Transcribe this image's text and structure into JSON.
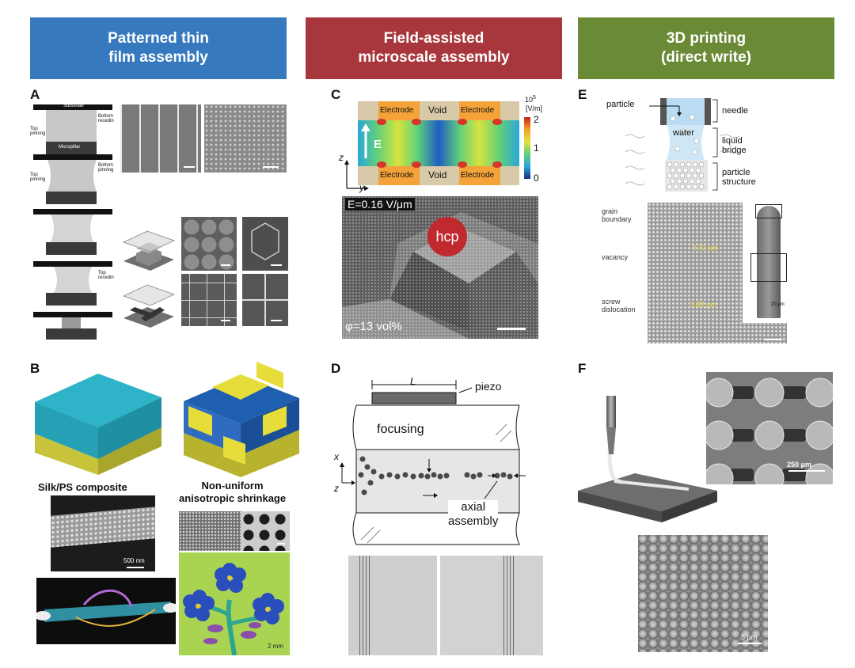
{
  "headers": [
    {
      "text": "Patterned thin\nfilm assembly",
      "color": "#3679be"
    },
    {
      "text": "Field-assisted\nmicroscale assembly",
      "color": "#a8373d"
    },
    {
      "text": "3D printing\n(direct write)",
      "color": "#6a8a35"
    }
  ],
  "panels": {
    "A": {
      "label": "A",
      "substrate": "Substrate",
      "top_pinning": "Top\npinning",
      "bottom_receding": "Bottom\nreceding",
      "micropillar": "Micropillar",
      "top_pinning2": "Top\npinning",
      "bottom_pinning": "Bottom\npinning",
      "top_receding": "Top\nreceding"
    },
    "B": {
      "label": "B",
      "caption_left": "Silk/PS composite",
      "caption_right": "Non-uniform\nanisotropic shrinkage",
      "scale_500nm": "500 nm",
      "scale_2mm": "2 mm"
    },
    "C": {
      "label": "C",
      "electrode": "Electrode",
      "void": "Void",
      "field_label": "E",
      "axis_z": "z",
      "axis_y": "y",
      "colorbar_unit": "x 10",
      "colorbar_exp": "5",
      "colorbar_unit2": "[V/m]",
      "colorbar_max": "2",
      "colorbar_mid": "1",
      "colorbar_min": "0",
      "field_strength": "E=0.16 V/μm",
      "hcp": "hcp",
      "volume_fraction": "φ=13 vol%"
    },
    "D": {
      "label": "D",
      "length": "L",
      "piezo": "piezo",
      "focusing": "focusing",
      "axis_x": "x",
      "axis_z": "z",
      "axial_assembly": "axial\nassembly"
    },
    "E": {
      "label": "E",
      "particle": "particle",
      "water": "water",
      "needle": "needle",
      "liquid_bridge": "liquid\nbridge",
      "particle_structure": "particle\nstructure",
      "grain_boundary": "grain\nboundary",
      "vacancy": "vacancy",
      "screw_dislocation": "screw\ndislocation",
      "measure1": "0.72 μm",
      "measure2": "3.82 μm",
      "scale_20um": "20 μm"
    },
    "F": {
      "label": "F",
      "scale_250um": "250 μm",
      "scale_5um": "5 μm"
    }
  }
}
